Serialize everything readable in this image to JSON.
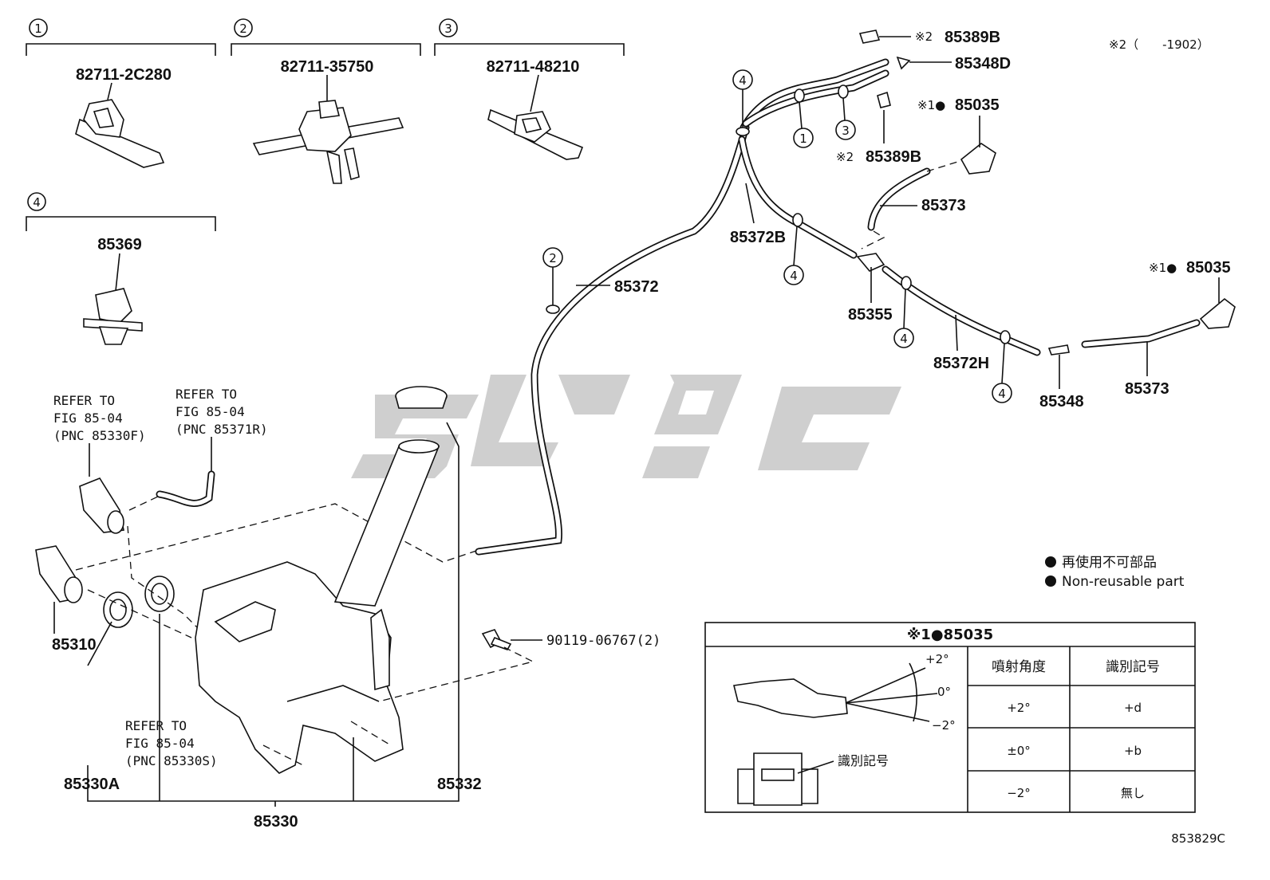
{
  "diagram_code": "853829C",
  "clip_groups": [
    {
      "num": "1",
      "part": "82711-2C280"
    },
    {
      "num": "2",
      "part": "82711-35750"
    },
    {
      "num": "3",
      "part": "82711-48210"
    },
    {
      "num": "4",
      "part": "85369"
    }
  ],
  "parts": {
    "p85389B_top": "85389B",
    "p85348D": "85348D",
    "p85035_top": "85035",
    "p85389B_mid": "85389B",
    "p85373_top": "85373",
    "p85372B": "85372B",
    "p85372": "85372",
    "p85355": "85355",
    "p85372H": "85372H",
    "p85348": "85348",
    "p85373_right": "85373",
    "p85035_right": "85035",
    "p85310": "85310",
    "p85330A": "85330A",
    "p85330": "85330",
    "p85332": "85332",
    "p90119": "90119-06767(2)"
  },
  "markers": {
    "x2": "※2",
    "x1": "※1",
    "x1_dot": "※1●",
    "x2_note": "※2（　　-1902）"
  },
  "refer_notes": [
    [
      "REFER TO",
      "FIG 85-04",
      "(PNC 85330F)"
    ],
    [
      "REFER TO",
      "FIG 85-04",
      "(PNC 85371R)"
    ],
    [
      "REFER TO",
      "FIG 85-04",
      "(PNC 85330S)"
    ]
  ],
  "legend": {
    "jp": "再使用不可部品",
    "en": "Non-reusable part"
  },
  "table": {
    "title": "※1●85035",
    "col_angle": "噴射角度",
    "col_mark": "識別記号",
    "rows": [
      {
        "angle": "+2°",
        "mark": "+d"
      },
      {
        "angle": "±0°",
        "mark": "+b"
      },
      {
        "angle": "−2°",
        "mark": "無し"
      }
    ],
    "fig_plus2": "+2°",
    "fig_zero": "0°",
    "fig_minus2": "−2°",
    "fig_mark_label": "識別記号"
  }
}
